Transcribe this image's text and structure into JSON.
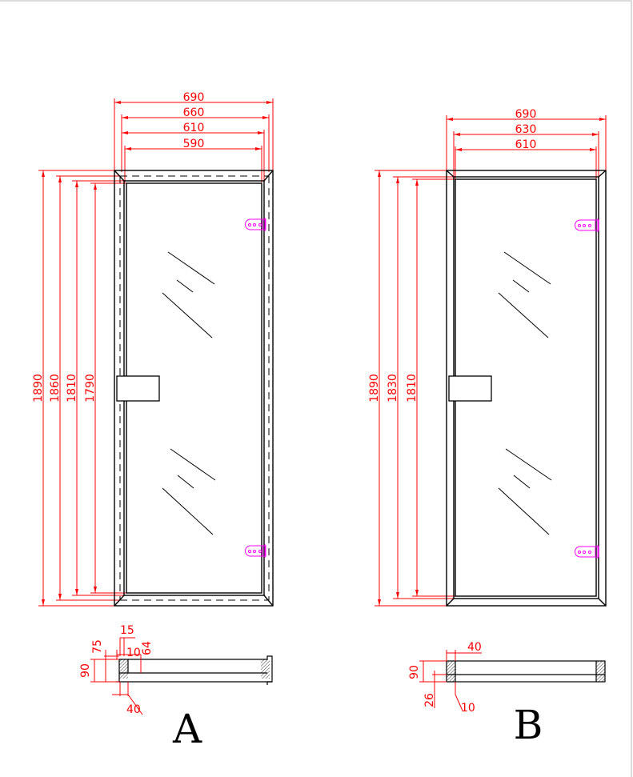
{
  "colors": {
    "dimension": "#ff0000",
    "outline": "#000000",
    "hinge": "#ff00ff",
    "border": "#b8b8b8"
  },
  "door_a": {
    "label": "A",
    "widths": [
      "690",
      "660",
      "610",
      "590"
    ],
    "heights": [
      "1890",
      "1860",
      "1810",
      "1790"
    ],
    "section": {
      "d15": "15",
      "d75": "75",
      "d10": "10",
      "d64": "64",
      "d90": "90",
      "d40": "40"
    }
  },
  "door_b": {
    "label": "B",
    "widths": [
      "690",
      "630",
      "610"
    ],
    "heights": [
      "1890",
      "1830",
      "1810"
    ],
    "section": {
      "d40": "40",
      "d90": "90",
      "d26": "26",
      "d10": "10"
    }
  }
}
